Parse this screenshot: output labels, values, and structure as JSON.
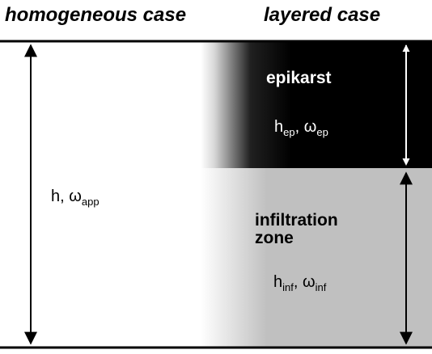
{
  "headers": {
    "homogeneous": "homogeneous case",
    "layered": "layered case"
  },
  "layers": {
    "epikarst": {
      "label": "epikarst",
      "thickness_symbol": "h",
      "thickness_sub": "ep",
      "porosity_symbol": "ω",
      "porosity_sub": "ep",
      "color": "#000000"
    },
    "infiltration": {
      "label_line1": "infiltration",
      "label_line2": "zone",
      "thickness_symbol": "h",
      "thickness_sub": "inf",
      "porosity_symbol": "ω",
      "porosity_sub": "inf",
      "color": "#c0c0c0"
    }
  },
  "homogeneous": {
    "thickness_symbol": "h",
    "porosity_symbol": "ω",
    "porosity_sub": "app"
  },
  "separator": ", "
}
